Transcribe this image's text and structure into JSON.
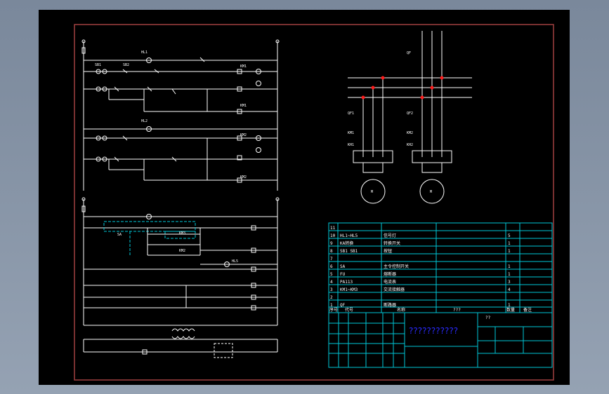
{
  "drawing": {
    "title": "???????????",
    "title_block_label": "??"
  },
  "motor_labels": {
    "qf": "QF",
    "qf1": "QF1",
    "qf2": "QF2",
    "km1": "KM1",
    "km2": "KM2",
    "kh1": "KH1",
    "kh2": "KH2",
    "m1": "M",
    "m2": "M"
  },
  "bom": {
    "header": {
      "seq": "序号",
      "code": "代号",
      "name": "名称",
      "qty": "???",
      "count": "数量",
      "note": "备注"
    },
    "rows": [
      {
        "seq": "11",
        "code": "",
        "name": "",
        "count": "",
        "note": ""
      },
      {
        "seq": "10",
        "code": "HL1~HL5",
        "name": "信号灯",
        "count": "5",
        "note": ""
      },
      {
        "seq": "9",
        "code": "KA转换",
        "name": "转换开关",
        "count": "1",
        "note": ""
      },
      {
        "seq": "8",
        "code": "SB1 SB1",
        "name": "按钮",
        "count": "1",
        "note": ""
      },
      {
        "seq": "7",
        "code": "",
        "name": "",
        "count": "",
        "note": ""
      },
      {
        "seq": "6",
        "code": "SA",
        "name": "主令控制开关",
        "count": "1",
        "note": ""
      },
      {
        "seq": "5",
        "code": "FU",
        "name": "熔断器",
        "count": "1",
        "note": ""
      },
      {
        "seq": "4",
        "code": "PA113",
        "name": "电流表",
        "count": "3",
        "note": ""
      },
      {
        "seq": "3",
        "code": "KM1~KM3",
        "name": "交流接触器",
        "count": "4",
        "note": ""
      },
      {
        "seq": "2",
        "code": "",
        "name": "",
        "count": "",
        "note": ""
      },
      {
        "seq": "1",
        "code": "QF",
        "name": "断路器",
        "count": "1",
        "note": ""
      }
    ]
  },
  "colors": {
    "background": "#000000",
    "frame": "#a04040",
    "wire": "#ffffff",
    "table": "#00c8d8",
    "junction": "#ff1a1a",
    "title_text": "#2a2aff"
  }
}
